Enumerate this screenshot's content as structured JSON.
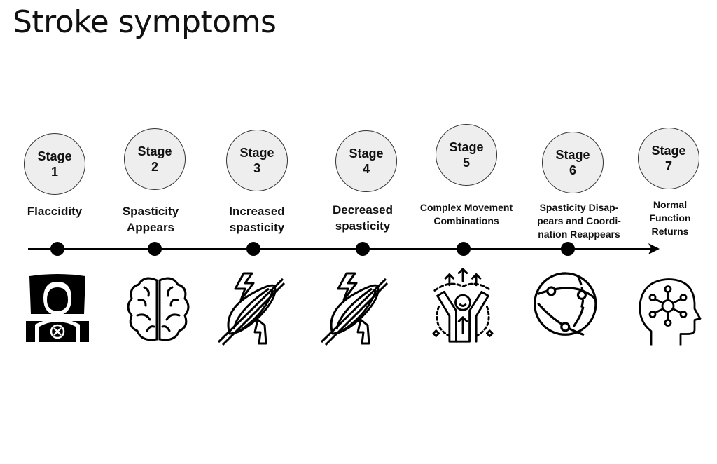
{
  "title": "Stroke symptoms",
  "stages": [
    {
      "heading": "Stage",
      "number": "1",
      "label": "Flaccidity",
      "icon": "person-in-bed-icon"
    },
    {
      "heading": "Stage",
      "number": "2",
      "label": "Spasticity Appears",
      "icon": "brain-icon"
    },
    {
      "heading": "Stage",
      "number": "3",
      "label": "Increased spasticity",
      "icon": "muscle-lightning-icon"
    },
    {
      "heading": "Stage",
      "number": "4",
      "label": "Decreased spasticity",
      "icon": "muscle-lightning-icon"
    },
    {
      "heading": "Stage",
      "number": "5",
      "label": "Complex Movement Combinations",
      "icon": "person-arrows-icon"
    },
    {
      "heading": "Stage",
      "number": "6",
      "label": "Spasticity Disap-pears and Coordi-nation Reappears",
      "icon": "globe-network-icon"
    },
    {
      "heading": "Stage",
      "number": "7",
      "label": "Normal Function Returns",
      "icon": "head-network-icon"
    }
  ]
}
